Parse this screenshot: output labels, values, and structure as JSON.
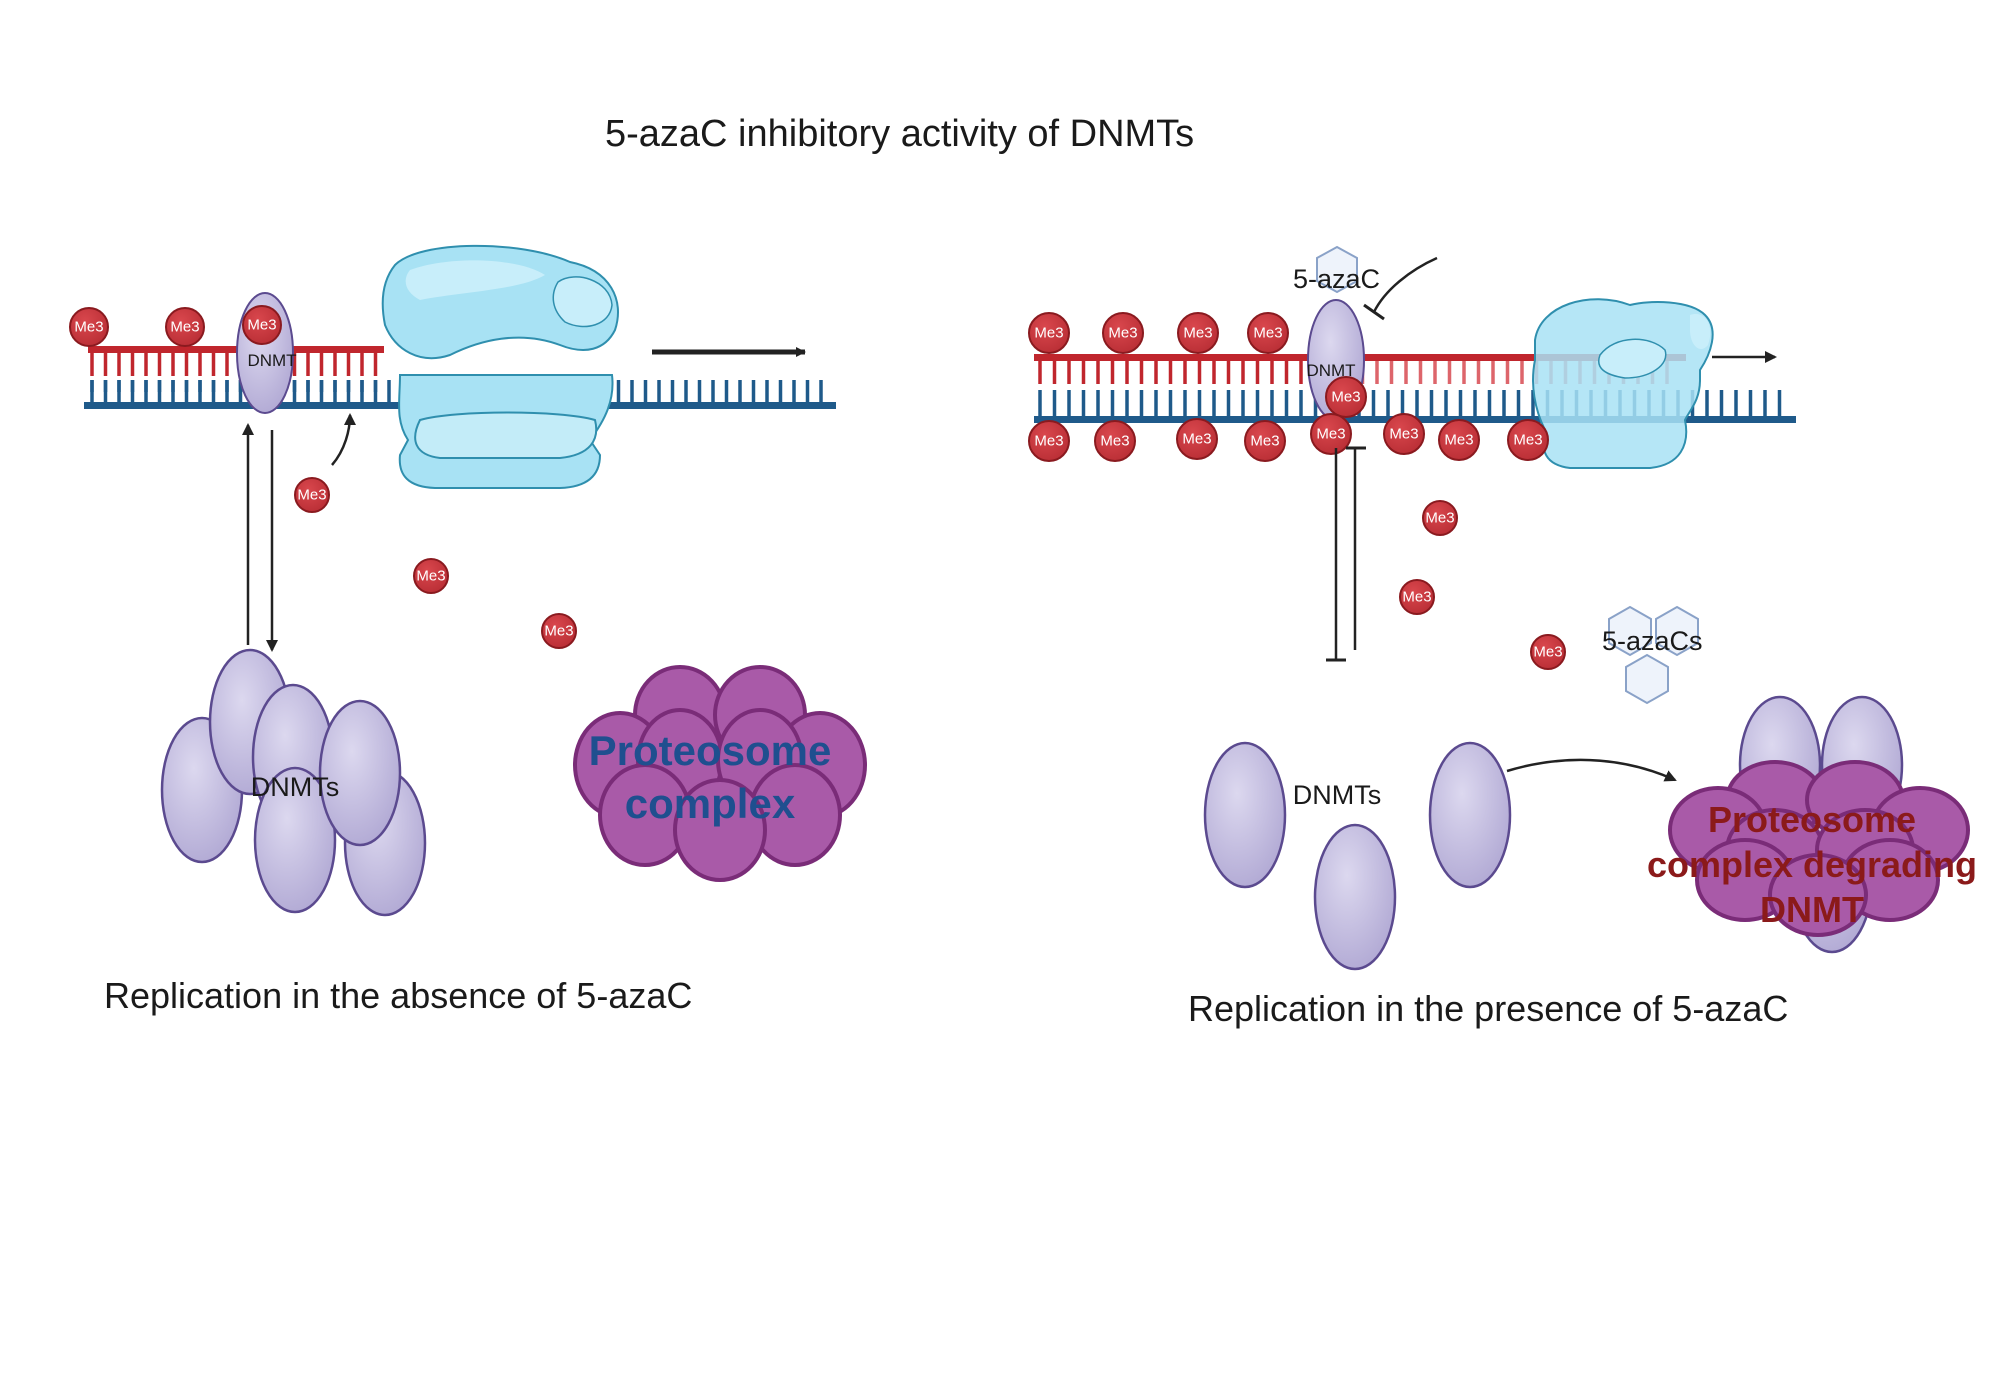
{
  "title": "5-azaC inhibitory activity of DNMTs",
  "colors": {
    "strand_red": "#c0262d",
    "strand_blue": "#1f5a8a",
    "methyl_fill": "#c9393f",
    "methyl_stroke": "#8a1a1f",
    "dnmt_fill": "#b7b0d8",
    "dnmt_stroke": "#5b4a8f",
    "polymerase_fill": "#a8e2f4",
    "polymerase_stroke": "#2f8fae",
    "proteasome_fill": "#a95aa8",
    "proteasome_stroke": "#7a2c78",
    "proteasome_text_left": "#1f4f8f",
    "proteasome_text_right": "#8b1a1a",
    "azac_stroke": "#8aa2c8"
  },
  "left_panel": {
    "caption": "Replication in the absence of 5-azaC",
    "dnmt_label": "DNMT",
    "dnmts_label": "DNMTs",
    "methyl_label": "Me3",
    "proteasome_line1": "Proteosome",
    "proteasome_line2": "complex"
  },
  "right_panel": {
    "caption": "Replication in the presence of 5-azaC",
    "azac_label": "5-azaC",
    "azacs_label": "5-azaCs",
    "dnmt_label": "DNMT",
    "dnmts_label": "DNMTs",
    "methyl_label": "Me3",
    "proteasome_line1": "Proteosome",
    "proteasome_line2": "complex degrading",
    "proteasome_line3": "DNMT"
  }
}
